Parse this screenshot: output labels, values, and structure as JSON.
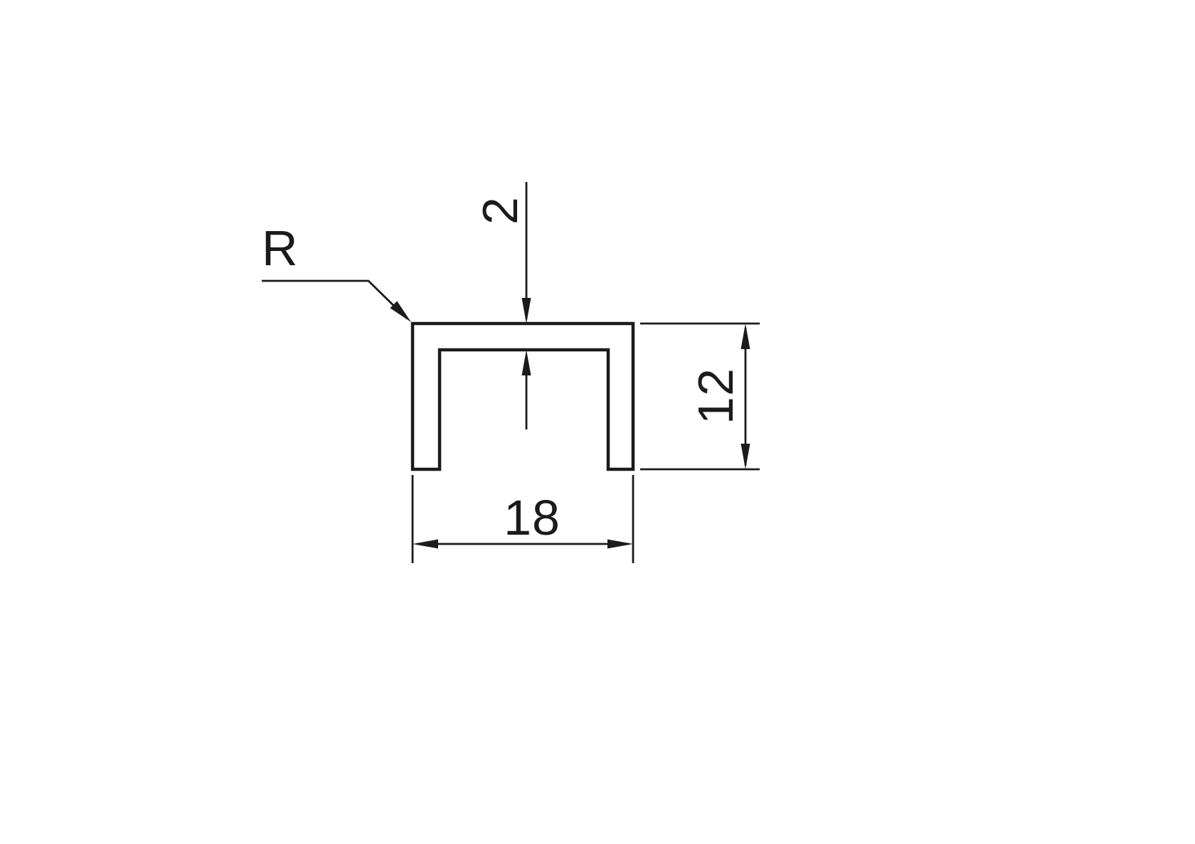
{
  "drawing": {
    "kind": "technical dimension drawing",
    "subject": "U-channel profile cross-section",
    "labels": {
      "width": "18",
      "height": "12",
      "wall_thickness": "2",
      "corner_radius": "R"
    },
    "colors": {
      "line": "#1b1b1b",
      "background": "#ffffff"
    }
  }
}
